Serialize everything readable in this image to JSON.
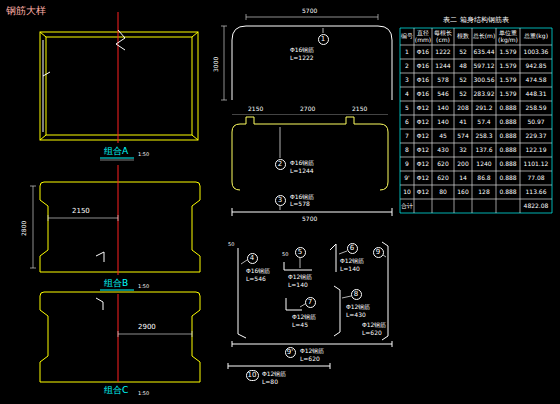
{
  "diagram": {
    "title": "钢筋大样",
    "nodes": [
      {
        "text": [
          "1"
        ]
      },
      {
        "text": [
          "2"
        ]
      },
      {
        "text": [
          "3"
        ]
      },
      {
        "text": [
          "4"
        ]
      },
      {
        "text": [
          "5"
        ]
      },
      {
        "text": [
          "6"
        ]
      },
      {
        "text": [
          "7"
        ]
      },
      {
        "text": [
          "8"
        ]
      },
      {
        "text": [
          "9"
        ]
      },
      {
        "text": [
          "9'"
        ]
      },
      {
        "text": [
          "10"
        ]
      }
    ],
    "labels": [
      "组合A",
      "1:50",
      "组合B",
      "1:50",
      "组合C",
      "1:50",
      "2150",
      "2800",
      "2900",
      "5700",
      "3000",
      "Φ16钢筋",
      "L=1222",
      "2150",
      "2700",
      "2150",
      "Φ16钢筋",
      "L=1244",
      "Φ16钢筋",
      "L=578",
      "5700",
      "Φ16钢筋",
      "L=546",
      "50",
      "Φ12钢筋",
      "L=140",
      "Φ12钢筋",
      "L=140",
      "Φ12钢筋",
      "L=45",
      "Φ12钢筋",
      "L=430",
      "Φ12钢筋",
      "L=620",
      "Φ12钢筋",
      "L=620",
      "Φ12钢筋",
      "L=80",
      "50",
      "表二 箱身结构钢筋表",
      "编号",
      "直径(mm)",
      "每根长(cm)",
      "根数",
      "总长(m)",
      "单位重(kg/m)",
      "总重(kg)",
      "1",
      "Φ16",
      "1222",
      "52",
      "635.44",
      "1.579",
      "1003.36",
      "2",
      "Φ16",
      "1244",
      "48",
      "597.12",
      "1.579",
      "942.85",
      "3",
      "Φ16",
      "578",
      "52",
      "300.56",
      "1.579",
      "474.58",
      "4",
      "Φ16",
      "546",
      "52",
      "283.92",
      "1.579",
      "448.31",
      "5",
      "Φ12",
      "140",
      "208",
      "291.2",
      "0.888",
      "258.59",
      "6",
      "Φ12",
      "140",
      "41",
      "57.4",
      "0.888",
      "50.97",
      "7",
      "Φ12",
      "45",
      "574",
      "258.3",
      "0.888",
      "229.37",
      "8",
      "Φ12",
      "430",
      "32",
      "137.6",
      "0.888",
      "122.19",
      "9",
      "Φ12",
      "620",
      "200",
      "1240",
      "0.888",
      "1101.12",
      "9'",
      "Φ12",
      "620",
      "14",
      "86.8",
      "0.888",
      "77.08",
      "10",
      "Φ12",
      "80",
      "160",
      "128",
      "0.888",
      "113.66",
      "合计",
      "4822.08"
    ]
  }
}
